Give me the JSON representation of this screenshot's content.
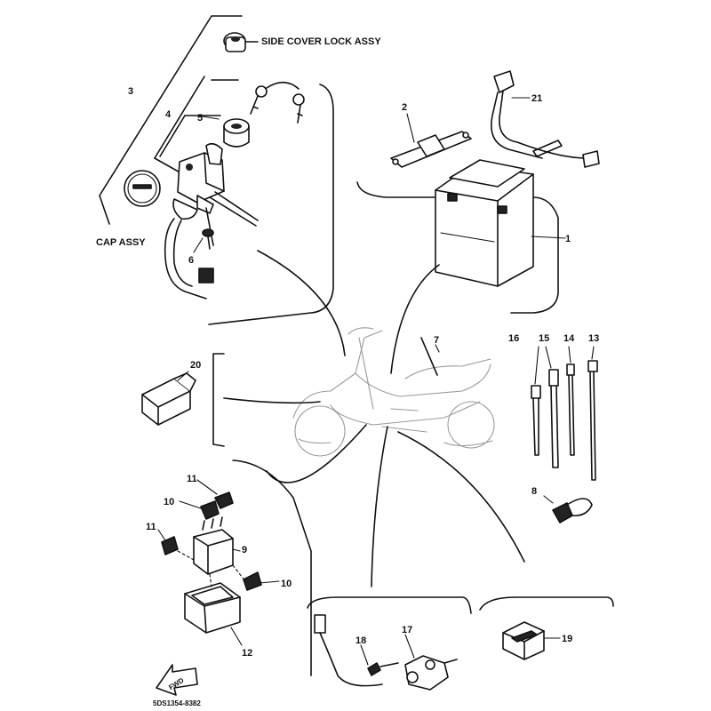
{
  "labels": {
    "side_cover_lock": "SIDE COVER LOCK ASSY",
    "cap_assy": "CAP ASSY",
    "p1": "1",
    "p2": "2",
    "p3": "3",
    "p4": "4",
    "p5": "5",
    "p6": "6",
    "p7": "7",
    "p8": "8",
    "p9": "9",
    "p10a": "10",
    "p10b": "10",
    "p11a": "11",
    "p11b": "11",
    "p12": "12",
    "p13": "13",
    "p14": "14",
    "p15": "15",
    "p16": "16",
    "p17": "17",
    "p18": "18",
    "p19": "19",
    "p20": "20",
    "p21": "21"
  },
  "fwd_arrow_text": "FWD",
  "drawing_code": "5DS1354-8382"
}
